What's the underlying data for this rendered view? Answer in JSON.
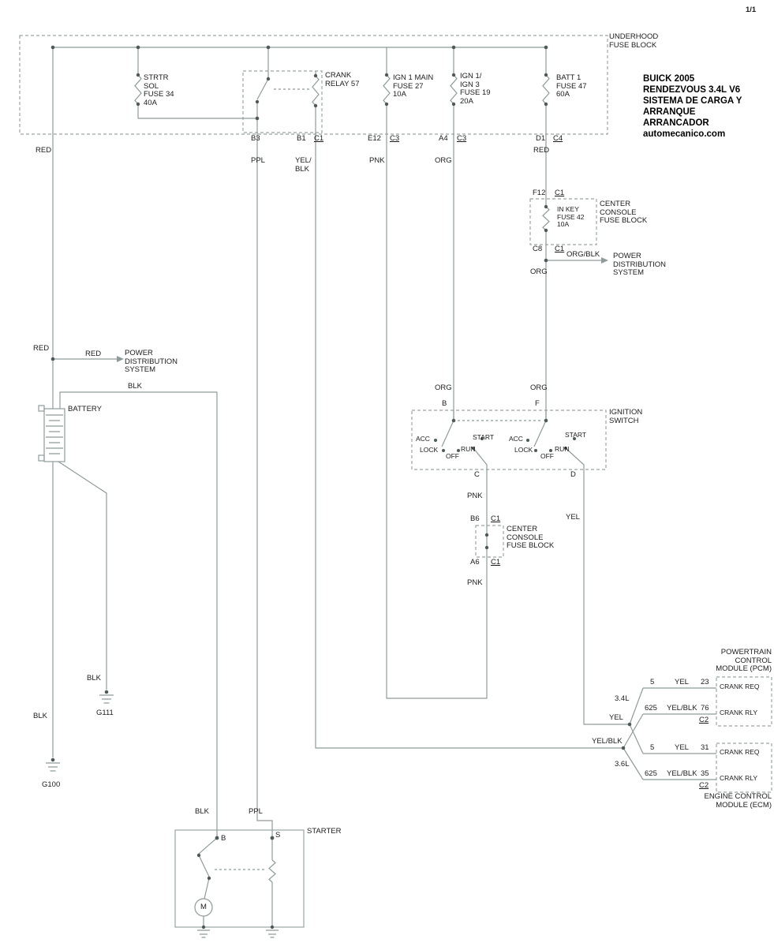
{
  "page": {
    "indicator": "1/1"
  },
  "title_block": {
    "l1": "BUICK 2005",
    "l2": "RENDEZVOUS 3.4L V6",
    "l3": "SISTEMA DE CARGA Y",
    "l4": "ARRANQUE",
    "l5": "ARRANCADOR",
    "site": "automecanico.com"
  },
  "underhood": {
    "name": "UNDERHOOD\nFUSE BLOCK",
    "fuse34": "STRTR\nSOL\nFUSE 34\n40A",
    "relay": "CRANK\nRELAY 57",
    "fuse27": "IGN 1 MAIN\nFUSE 27\n10A",
    "fuse19": "IGN 1/\nIGN 3\nFUSE 19\n20A",
    "fuse47": "BATT 1\nFUSE 47\n60A",
    "pins": {
      "b3": "B3",
      "b1": "B1",
      "c1": "C1",
      "e12": "E12",
      "c3a": "C3",
      "a4": "A4",
      "c3b": "C3",
      "d1": "D1",
      "c4": "C4"
    }
  },
  "center_console": {
    "name": "CENTER\nCONSOLE\nFUSE BLOCK",
    "fuse42": "IN KEY\nFUSE 42\n10A",
    "block1": {
      "f12": "F12",
      "c1t": "C1",
      "c8": "C8",
      "c1b": "C1"
    },
    "block2": {
      "b6": "B6",
      "c1t": "C1",
      "a6": "A6",
      "c1b": "C1"
    }
  },
  "ignition": {
    "name": "IGNITION\nSWITCH",
    "pin_b": "B",
    "pin_f": "F",
    "pin_c": "C",
    "pin_d": "D",
    "positions": {
      "acc": "ACC",
      "lock": "LOCK",
      "off": "OFF",
      "run": "RUN",
      "start": "START"
    }
  },
  "battery": {
    "label": "BATTERY"
  },
  "grounds": {
    "g100": "G100",
    "g111": "G111"
  },
  "starter": {
    "name": "STARTER",
    "pin_b": "B",
    "pin_s": "S",
    "motor": "M"
  },
  "power_dist": {
    "label": "POWER\nDISTRIBUTION\nSYSTEM"
  },
  "wire_labels": {
    "red_top": "RED",
    "ppl_top": "PPL",
    "yelblk_top": "YEL/\nBLK",
    "pnk_top": "PNK",
    "org_top": "ORG",
    "red_right": "RED",
    "red_mid": "RED",
    "red_branch": "RED",
    "blk_branch": "BLK",
    "org_c8": "ORG",
    "orgblk": "ORG/BLK",
    "org_b": "ORG",
    "org_f": "ORG",
    "pnk_c": "PNK",
    "pnk_a6": "PNK",
    "yel_d": "YEL",
    "yel_run": "YEL",
    "yelblk_run": "YEL/BLK",
    "blk_g111": "BLK",
    "blk_g100": "BLK",
    "blk_starter": "BLK",
    "ppl_starter": "PPL"
  },
  "modules": {
    "pcm": {
      "header": "POWERTRAIN\nCONTROL\nMODULE (PCM)",
      "engine": "3.4L",
      "connector": "C2",
      "rows": [
        {
          "ckt": "5",
          "color": "YEL",
          "pin": "23",
          "fn": "CRANK REQ"
        },
        {
          "ckt": "625",
          "color": "YEL/BLK",
          "pin": "76",
          "fn": "CRANK RLY"
        }
      ]
    },
    "ecm": {
      "footer": "ENGINE CONTROL\nMODULE (ECM)",
      "engine": "3.6L",
      "connector": "C2",
      "rows": [
        {
          "ckt": "5",
          "color": "YEL",
          "pin": "31",
          "fn": "CRANK REQ"
        },
        {
          "ckt": "625",
          "color": "YEL/BLK",
          "pin": "35",
          "fn": "CRANK RLY"
        }
      ]
    }
  }
}
